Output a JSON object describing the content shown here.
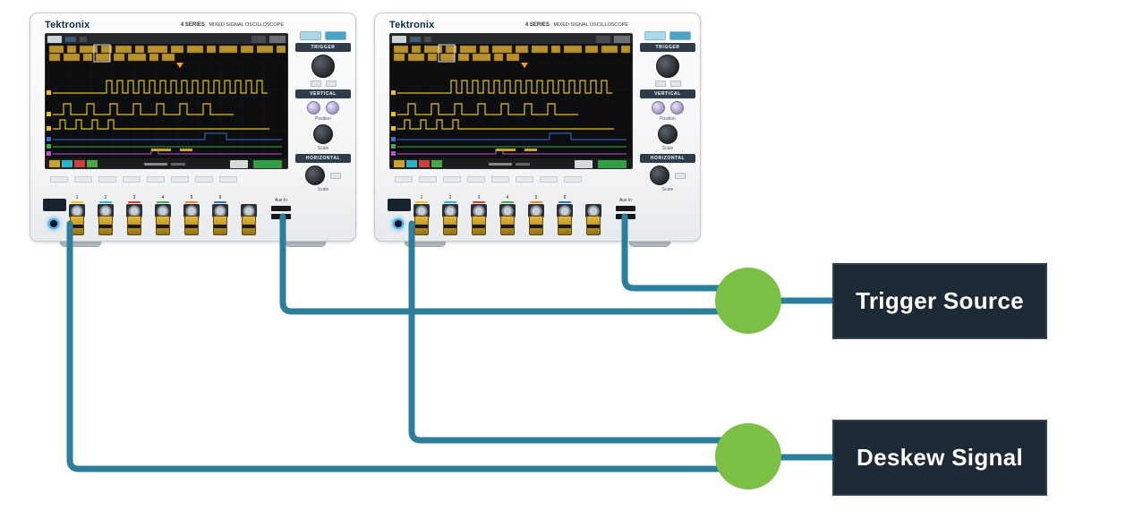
{
  "scope": {
    "brand": "Tektronix",
    "series": "4 SERIES",
    "subtitle": "MIXED SIGNAL OSCILLOSCOPE",
    "sections": {
      "trigger": "TRIGGER",
      "vertical": "VERTICAL",
      "horizontal": "HORIZONTAL"
    },
    "labels": {
      "position": "Position",
      "scale": "Scale"
    },
    "channels": [
      "1",
      "2",
      "3",
      "4",
      "5",
      "6"
    ],
    "aux_label": "Aux In",
    "channel_colors": [
      "#f5c400",
      "#1fbcd3",
      "#e8322e",
      "#3fae49",
      "#f58220",
      "#2f6fd8"
    ]
  },
  "nodes": {
    "trigger_source": "Trigger Source",
    "deskew_signal": "Deskew Signal"
  },
  "colors": {
    "cable": "#2b7e9c",
    "node_circle": "#7bbf44",
    "label_box_bg": "#1d2935",
    "label_text": "#ffffff"
  }
}
